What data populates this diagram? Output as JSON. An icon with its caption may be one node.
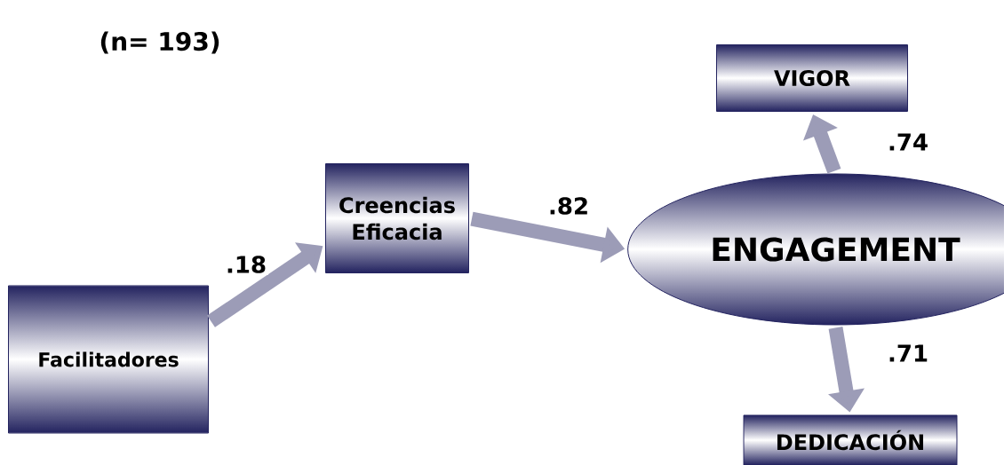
{
  "diagram": {
    "nodes": [
      {
        "text": [
          "Facilitadores"
        ]
      },
      {
        "text": [
          "Creencias Eficacia"
        ]
      },
      {
        "text": [
          "ENGAGEMENT"
        ]
      },
      {
        "text": [
          "VIGOR"
        ]
      },
      {
        "text": [
          "DEDICACIÓN"
        ]
      }
    ],
    "edges": [
      {
        "from": 0,
        "to": 1,
        "arrow": "to",
        "label": ".18"
      },
      {
        "from": 1,
        "to": 2,
        "arrow": "to",
        "label": ".82"
      },
      {
        "from": 2,
        "to": 3,
        "arrow": "to",
        "label": ".74"
      },
      {
        "from": 2,
        "to": 4,
        "arrow": "to",
        "label": ".71"
      }
    ],
    "labels": [
      "(n= 193)"
    ]
  }
}
